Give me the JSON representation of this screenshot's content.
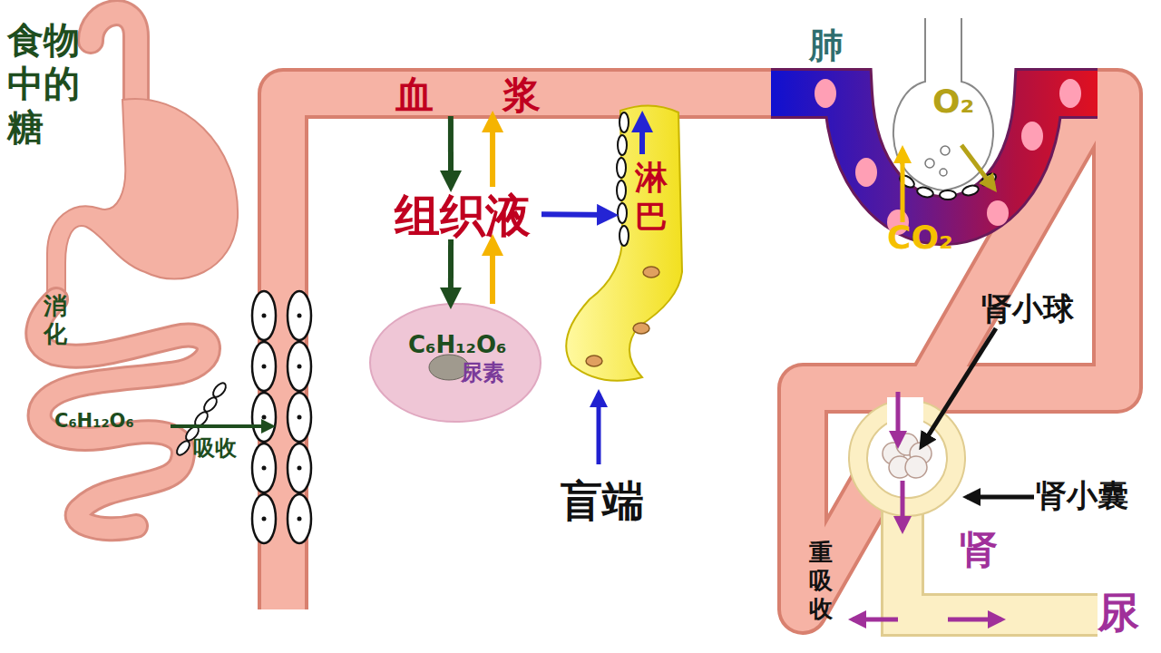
{
  "diagram": {
    "nodes": [
      {
        "text": [
          "食物中的糖",
          "消化",
          "C₆H₁₂O₆"
        ]
      },
      {
        "text": [
          "血",
          "浆"
        ]
      },
      {
        "text": [
          "组织液"
        ]
      },
      {
        "text": [
          "淋巴"
        ]
      },
      {
        "text": [
          "C₆H₁₂O₆",
          "尿素"
        ]
      },
      {
        "text": [
          "肺"
        ]
      },
      {
        "text": [
          "肾"
        ]
      }
    ],
    "edges": [
      {
        "from": 1,
        "to": 2,
        "arrow": "to"
      },
      {
        "from": 2,
        "to": 1,
        "arrow": "to"
      },
      {
        "from": 2,
        "to": 4,
        "arrow": "to"
      },
      {
        "from": 4,
        "to": 2,
        "arrow": "to"
      },
      {
        "from": 2,
        "to": 3,
        "arrow": "to"
      },
      {
        "from": 3,
        "to": 1,
        "arrow": "to"
      }
    ],
    "labels": [
      "吸收",
      "O₂",
      "CO₂",
      "肾小球",
      "肾小囊",
      "重吸收",
      "尿",
      "盲端"
    ]
  }
}
